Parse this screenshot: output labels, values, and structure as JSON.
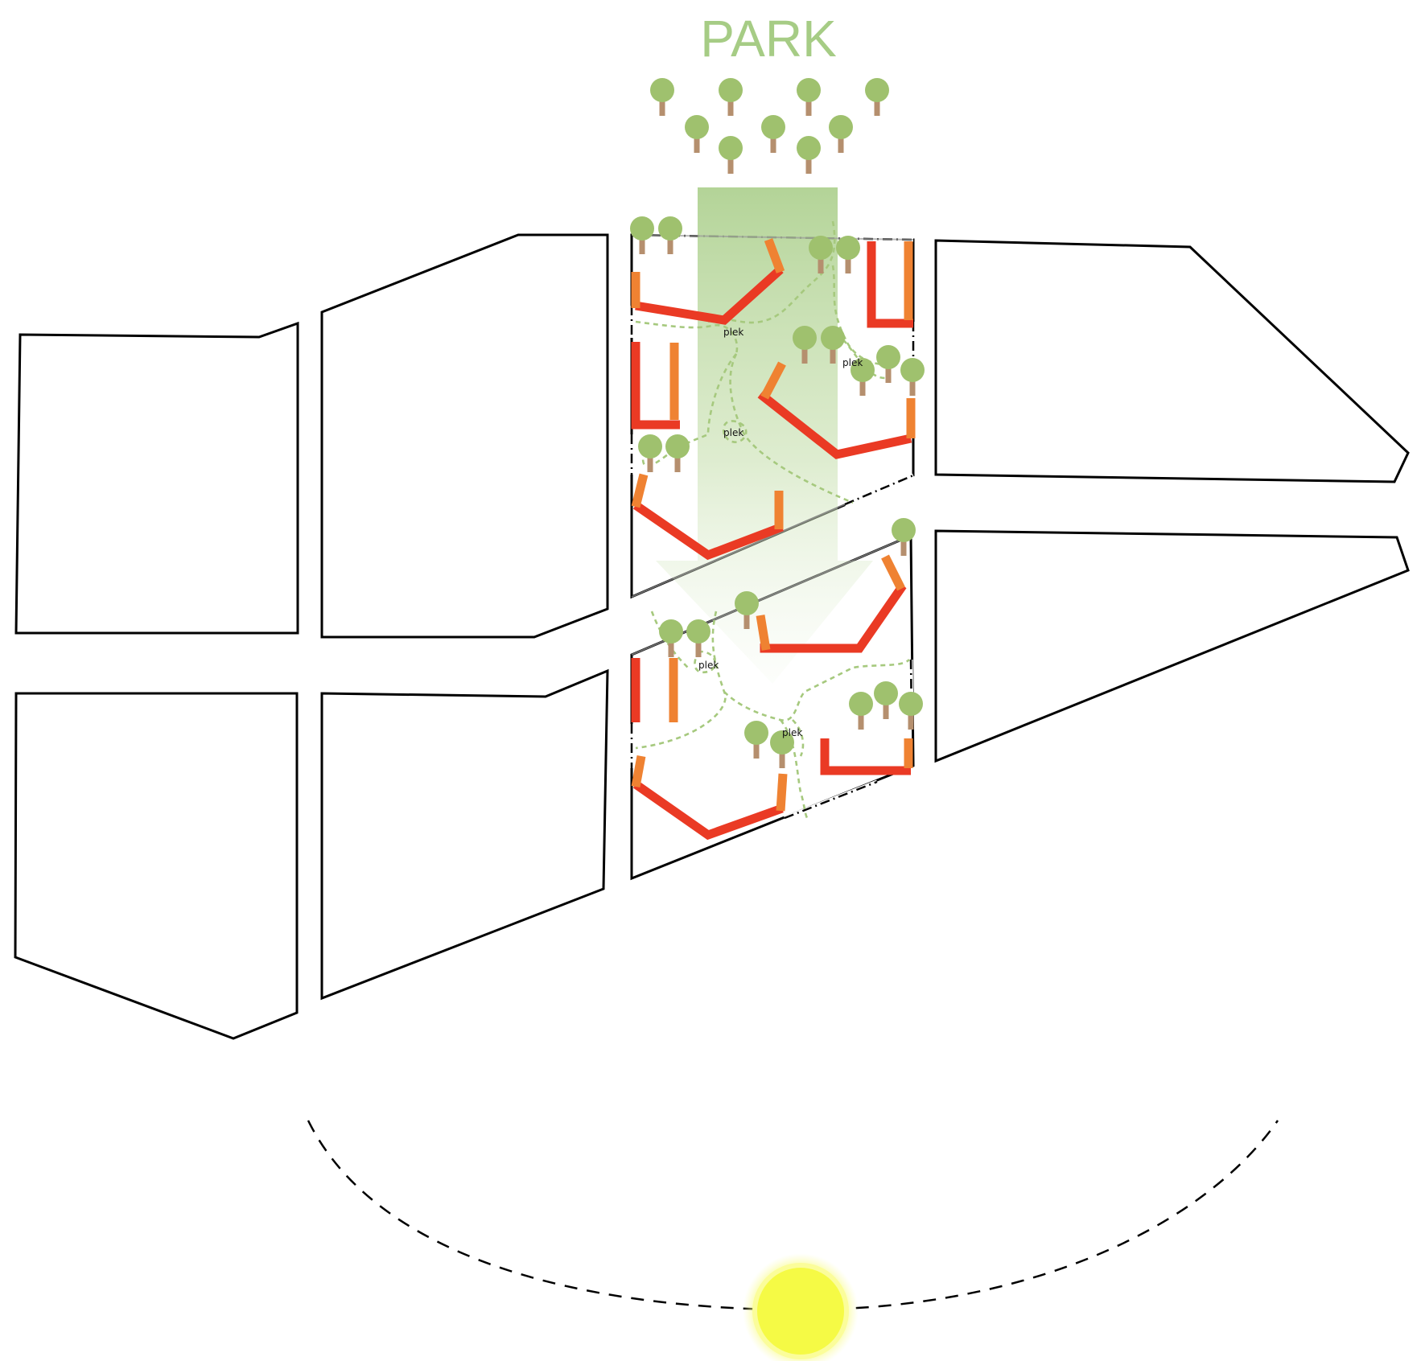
{
  "title": "PARK",
  "colors": {
    "tree_crown": "#9fc16e",
    "tree_trunk": "#b58f6e",
    "park_green": "#a6cc85",
    "wall_red": "#ea3a24",
    "wall_orange": "#ef8232",
    "path_green": "#a6c97e",
    "sun": "#f5fa45",
    "block_outline": "#000000"
  },
  "labels": {
    "plek_1": "plek",
    "plek_2": "plek",
    "plek_3": "plek",
    "plek_4": "plek",
    "plek_5": "plek"
  },
  "icons": {
    "tree": "tree-icon",
    "sun": "sun-icon",
    "flow_arrow": "arrow-down-icon"
  }
}
